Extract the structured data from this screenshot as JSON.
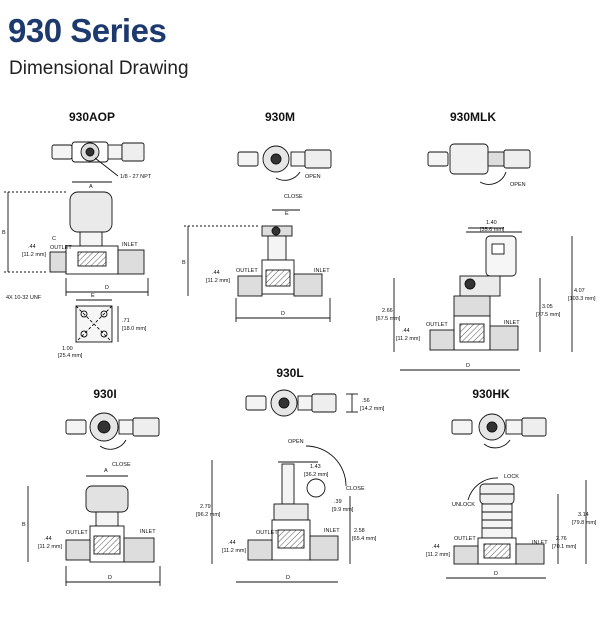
{
  "header": {
    "title": "930 Series",
    "subtitle": "Dimensional Drawing"
  },
  "models": [
    {
      "name": "930AOP",
      "notes": [
        "1/8 - 27 NPT",
        "4X 10-32 UNF",
        "OUTLET",
        "INLET"
      ],
      "dims": [
        "A",
        "B",
        "C",
        "D",
        "E",
        ".44",
        "[11.2 mm]",
        ".71",
        "[18.0 mm]",
        "1.00",
        "[25.4 mm]"
      ]
    },
    {
      "name": "930M",
      "notes": [
        "OPEN",
        "CLOSE",
        "OUTLET",
        "INLET"
      ],
      "dims": [
        "B",
        "D",
        "E",
        ".44",
        "[11.2 mm]"
      ]
    },
    {
      "name": "930MLK",
      "notes": [
        "OPEN",
        "OUTLET",
        "INLET"
      ],
      "dims": [
        "1.40",
        "[35.6 mm]",
        "2.66",
        "[67.5 mm]",
        "3.05",
        "[77.5 mm]",
        "4.07",
        "[103.3 mm]",
        ".44",
        "[11.2 mm]",
        "D"
      ]
    },
    {
      "name": "930I",
      "notes": [
        "CLOSE",
        "OUTLET",
        "INLET"
      ],
      "dims": [
        "A",
        "B",
        "D",
        ".44",
        "[11.2 mm]"
      ]
    },
    {
      "name": "930L",
      "notes": [
        "OPEN",
        "CLOSE",
        "OUTLET",
        "INLET"
      ],
      "dims": [
        ".56",
        "[14.2 mm]",
        "1.43",
        "[36.2 mm]",
        ".39",
        "[9.9 mm]",
        "2.79",
        "[96.2 mm]",
        "2.58",
        "[65.4 mm]",
        ".44",
        "[11.2 mm]",
        "D"
      ]
    },
    {
      "name": "930HK",
      "notes": [
        "LOCK",
        "UNLOCK",
        "OUTLET",
        "INLET"
      ],
      "dims": [
        "3.14",
        "[79.8 mm]",
        "2.76",
        "[70.1 mm]",
        ".44",
        "[11.2 mm]",
        "D"
      ]
    }
  ]
}
